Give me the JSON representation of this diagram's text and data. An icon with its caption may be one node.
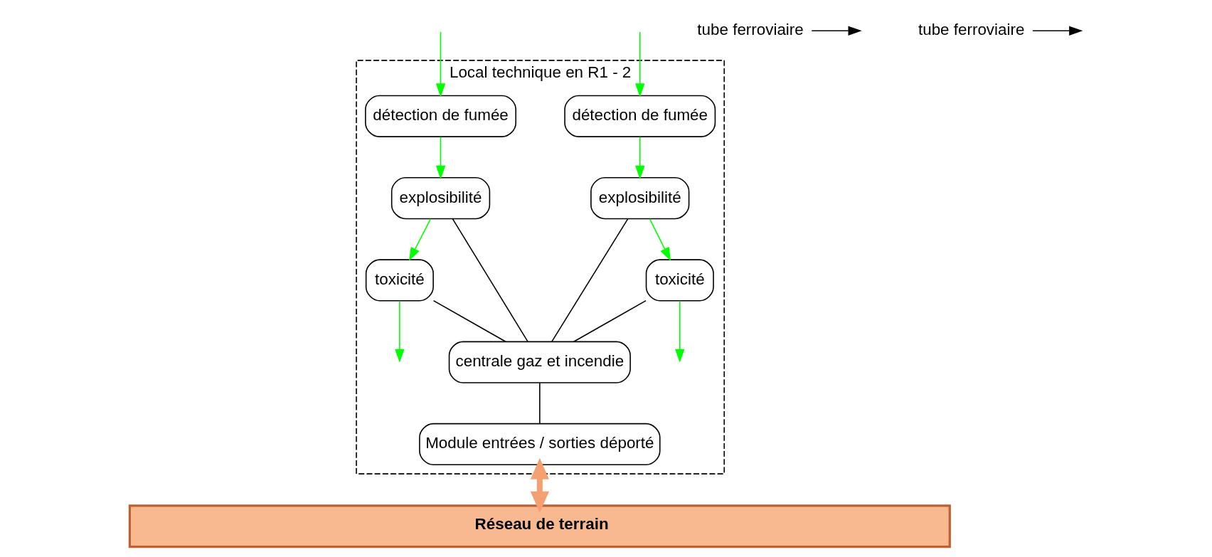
{
  "diagram": {
    "nodes": [
      {
        "text": [
          "Local technique en R1 - 2"
        ]
      },
      {
        "text": [
          "détection de fumée"
        ],
        "in": 0
      },
      {
        "text": [
          "explosibilité"
        ],
        "in": 0
      },
      {
        "text": [
          "toxicité"
        ],
        "in": 0
      },
      {
        "text": [
          "centrale gaz et incendie"
        ],
        "in": 0
      },
      {
        "text": [
          "Module entrées / sorties déporté"
        ],
        "in": 0
      },
      {
        "text": [
          "détection de fumée"
        ],
        "in": 0
      },
      {
        "text": [
          "explosibilité"
        ],
        "in": 0
      },
      {
        "text": [
          "toxicité"
        ],
        "in": 0
      },
      {
        "text": [
          "Réseau de terrain"
        ]
      },
      {
        "text": [
          "tube ferroviaire"
        ]
      },
      {
        "text": [
          "tube ferroviaire"
        ]
      }
    ],
    "edges": [
      {
        "from": null,
        "to": 1,
        "arrow": "to",
        "color": "#00ff00"
      },
      {
        "from": 1,
        "to": 2,
        "arrow": "to",
        "color": "#00ff00"
      },
      {
        "from": 2,
        "to": 3,
        "arrow": "to",
        "color": "#00ff00"
      },
      {
        "from": 3,
        "to": null,
        "arrow": "to",
        "color": "#00ff00"
      },
      {
        "from": null,
        "to": 6,
        "arrow": "to",
        "color": "#00ff00"
      },
      {
        "from": 6,
        "to": 7,
        "arrow": "to",
        "color": "#00ff00"
      },
      {
        "from": 7,
        "to": 8,
        "arrow": "to",
        "color": "#00ff00"
      },
      {
        "from": 8,
        "to": null,
        "arrow": "to",
        "color": "#00ff00"
      },
      {
        "from": 2,
        "to": 4,
        "arrow": "none",
        "color": "#000000"
      },
      {
        "from": 3,
        "to": 4,
        "arrow": "none",
        "color": "#000000"
      },
      {
        "from": 7,
        "to": 4,
        "arrow": "none",
        "color": "#000000"
      },
      {
        "from": 8,
        "to": 4,
        "arrow": "none",
        "color": "#000000"
      },
      {
        "from": 4,
        "to": 5,
        "arrow": "none",
        "color": "#000000"
      },
      {
        "from": 5,
        "to": 9,
        "arrow": "both",
        "style": "thick",
        "color": "#f4a070"
      },
      {
        "from": 10,
        "to": null,
        "arrow": "to",
        "color": "#000000"
      },
      {
        "from": 11,
        "to": null,
        "arrow": "to",
        "color": "#000000"
      }
    ]
  }
}
